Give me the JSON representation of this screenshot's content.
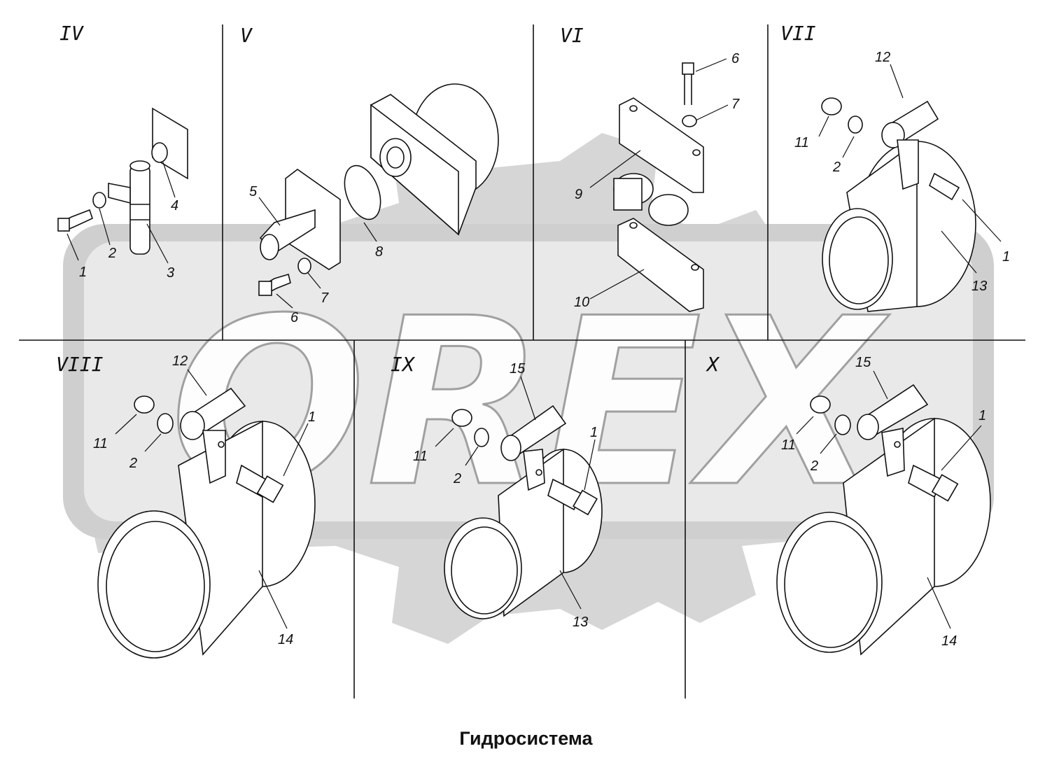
{
  "caption": "Гидросистема",
  "watermark": {
    "text": "OREX",
    "color": "#d8d8d8"
  },
  "panels": {
    "IV": {
      "title": "IV",
      "labels": [
        "1",
        "2",
        "3",
        "4"
      ]
    },
    "V": {
      "title": "V",
      "labels": [
        "5",
        "6",
        "7",
        "8"
      ]
    },
    "VI": {
      "title": "VI",
      "labels": [
        "6",
        "7",
        "9",
        "10"
      ]
    },
    "VII": {
      "title": "VII",
      "labels": [
        "12",
        "11",
        "2",
        "1",
        "13"
      ]
    },
    "VIII": {
      "title": "VIII",
      "labels": [
        "12",
        "11",
        "2",
        "1",
        "14"
      ]
    },
    "IX": {
      "title": "IX",
      "labels": [
        "15",
        "11",
        "2",
        "1",
        "13"
      ]
    },
    "X": {
      "title": "X",
      "labels": [
        "15",
        "11",
        "1",
        "2",
        "14"
      ]
    }
  }
}
